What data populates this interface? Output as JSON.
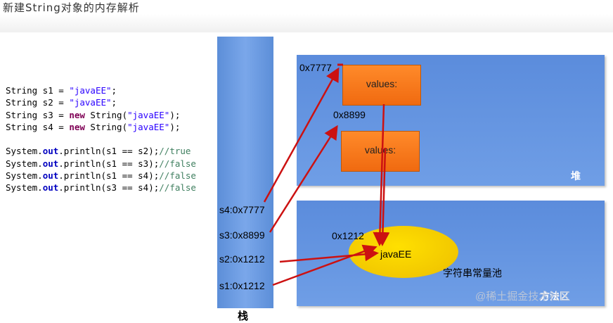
{
  "title": "新建String对象的内存解析",
  "code": {
    "lines": [
      [
        {
          "t": "String s1 = "
        },
        {
          "t": "\"javaEE\"",
          "c": "str"
        },
        {
          "t": ";"
        }
      ],
      [
        {
          "t": "String s2 = "
        },
        {
          "t": "\"javaEE\"",
          "c": "str"
        },
        {
          "t": ";"
        }
      ],
      [
        {
          "t": "String s3 = "
        },
        {
          "t": "new",
          "c": "kw"
        },
        {
          "t": " String("
        },
        {
          "t": "\"javaEE\"",
          "c": "str"
        },
        {
          "t": ");"
        }
      ],
      [
        {
          "t": "String s4 = "
        },
        {
          "t": "new",
          "c": "kw"
        },
        {
          "t": " String("
        },
        {
          "t": "\"javaEE\"",
          "c": "str"
        },
        {
          "t": ");"
        }
      ],
      [
        {
          "t": ""
        }
      ],
      [
        {
          "t": "System."
        },
        {
          "t": "out",
          "c": "fld"
        },
        {
          "t": ".println(s1 == s2);"
        },
        {
          "t": "//true",
          "c": "cmt"
        }
      ],
      [
        {
          "t": "System."
        },
        {
          "t": "out",
          "c": "fld"
        },
        {
          "t": ".println(s1 == s3);"
        },
        {
          "t": "//false",
          "c": "cmt"
        }
      ],
      [
        {
          "t": "System."
        },
        {
          "t": "out",
          "c": "fld"
        },
        {
          "t": ".println(s1 == s4);"
        },
        {
          "t": "//false",
          "c": "cmt"
        }
      ],
      [
        {
          "t": "System."
        },
        {
          "t": "out",
          "c": "fld"
        },
        {
          "t": ".println(s3 == s4);"
        },
        {
          "t": "//false",
          "c": "cmt"
        }
      ]
    ]
  },
  "stack": {
    "label": "栈",
    "vars": [
      "s4:0x7777",
      "s3:0x8899",
      "s2:0x1212",
      "s1:0x1212"
    ]
  },
  "heap": {
    "label": "堆",
    "objects": [
      {
        "address": "0x7777",
        "field": "values:"
      },
      {
        "address": "0x8899",
        "field": "values:"
      }
    ]
  },
  "method_area": {
    "label": "方法区",
    "pool_address": "0x1212",
    "pool_value": "javaEE",
    "pool_label": "字符串常量池"
  },
  "watermark": "@稀土掘金技术社区",
  "colors": {
    "region_blue": "#6a9ae4",
    "object_orange": "#f57a1c",
    "pool_yellow": "#f5cc00",
    "arrow_red": "#cc1111"
  }
}
